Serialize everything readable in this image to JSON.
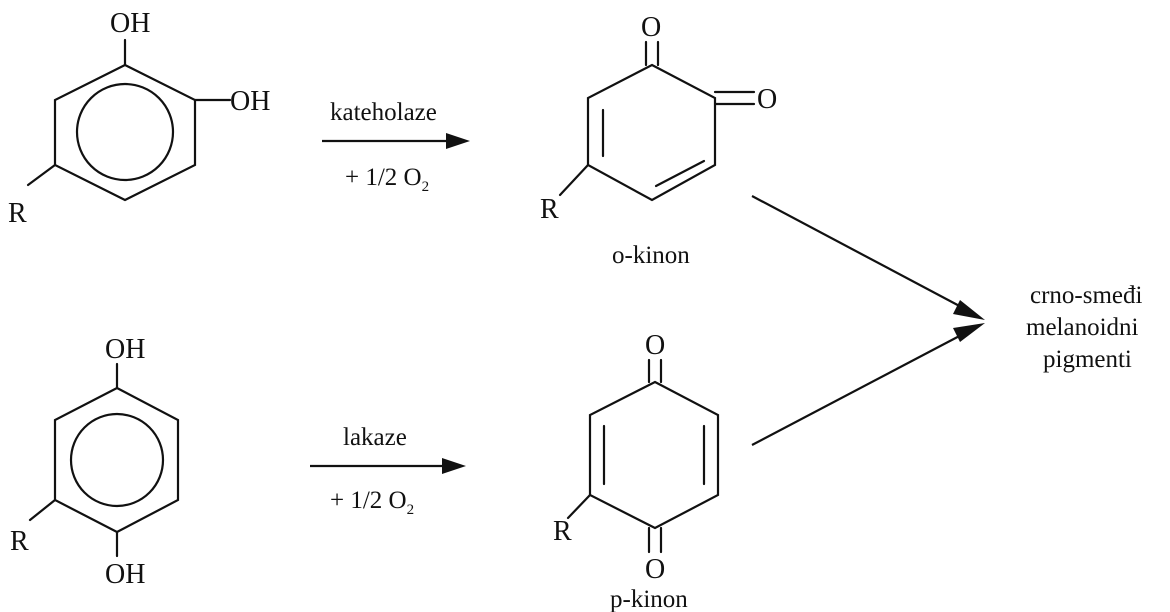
{
  "atoms": {
    "oh": "OH",
    "r": "R",
    "o": "O"
  },
  "reaction1": {
    "enzyme": "kateholaze",
    "cofactor_prefix": "+ 1/2 O",
    "cofactor_sub": "2",
    "product": "o-kinon"
  },
  "reaction2": {
    "enzyme": "lakaze",
    "cofactor_prefix": "+ 1/2 O",
    "cofactor_sub": "2",
    "product": "p-kinon"
  },
  "final_product": {
    "line1": "crno-smeđi",
    "line2": "melanoidni",
    "line3": "pigmenti"
  }
}
